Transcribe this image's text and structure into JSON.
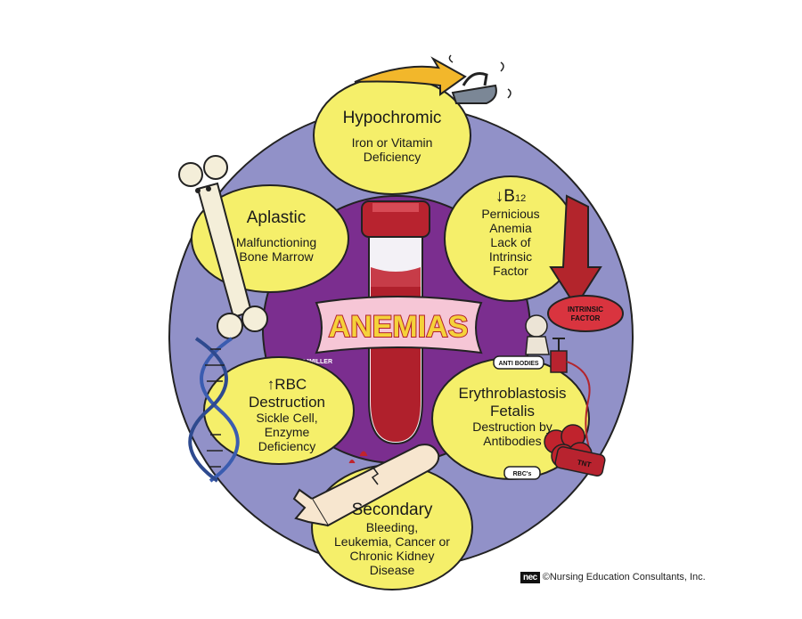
{
  "center": {
    "title": "ANEMIAS",
    "signature": "CJMILLER"
  },
  "ovals": [
    {
      "id": "hypochromic",
      "title": "Hypochromic",
      "lines": [
        "Iron or Vitamin",
        "Deficiency"
      ]
    },
    {
      "id": "b12",
      "title_arrow": "↓",
      "title_base": "B",
      "title_sub": "12",
      "lines": [
        "Pernicious",
        "Anemia",
        "Lack of",
        "Intrinsic",
        "Factor"
      ]
    },
    {
      "id": "erythroblastosis",
      "title_lines": [
        "Erythroblastosis",
        "Fetalis"
      ],
      "lines": [
        "Destruction by",
        "Antibodies"
      ]
    },
    {
      "id": "secondary",
      "title": "Secondary",
      "lines": [
        "Bleeding,",
        "Leukemia, Cancer or",
        "Chronic Kidney",
        "Disease"
      ]
    },
    {
      "id": "rbc",
      "title_arrow": "↑",
      "title_lines": [
        "RBC",
        "Destruction"
      ],
      "lines": [
        "Sickle Cell,",
        "Enzyme",
        "Deficiency"
      ]
    },
    {
      "id": "aplastic",
      "title": "Aplastic",
      "lines": [
        "Malfunctioning",
        "Bone Marrow"
      ]
    }
  ],
  "labels": {
    "intrinsic_factor": [
      "INTRINSIC",
      "FACTOR"
    ],
    "antibodies": "ANTI BODIES",
    "rbcs": "RBC's",
    "tnt": "TNT"
  },
  "footer": {
    "logo": "nec",
    "text": "©Nursing Education Consultants, Inc."
  },
  "colors": {
    "outer_ring": "#9191c8",
    "inner_circle": "#7b2e8f",
    "oval_fill": "#f5ef6a",
    "tube_blood": "#b0202c",
    "banner_fill": "#f6c6d6",
    "title_text": "#f5d23a"
  }
}
